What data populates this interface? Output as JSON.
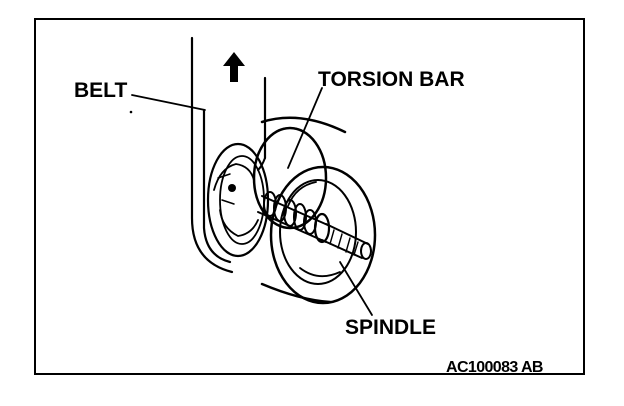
{
  "labels": {
    "belt": "BELT",
    "torsion_bar": "TORSION BAR",
    "spindle": "SPINDLE",
    "figure_code": "AC100083 AB"
  },
  "icons": {
    "direction_arrow": "up-arrow-icon"
  }
}
